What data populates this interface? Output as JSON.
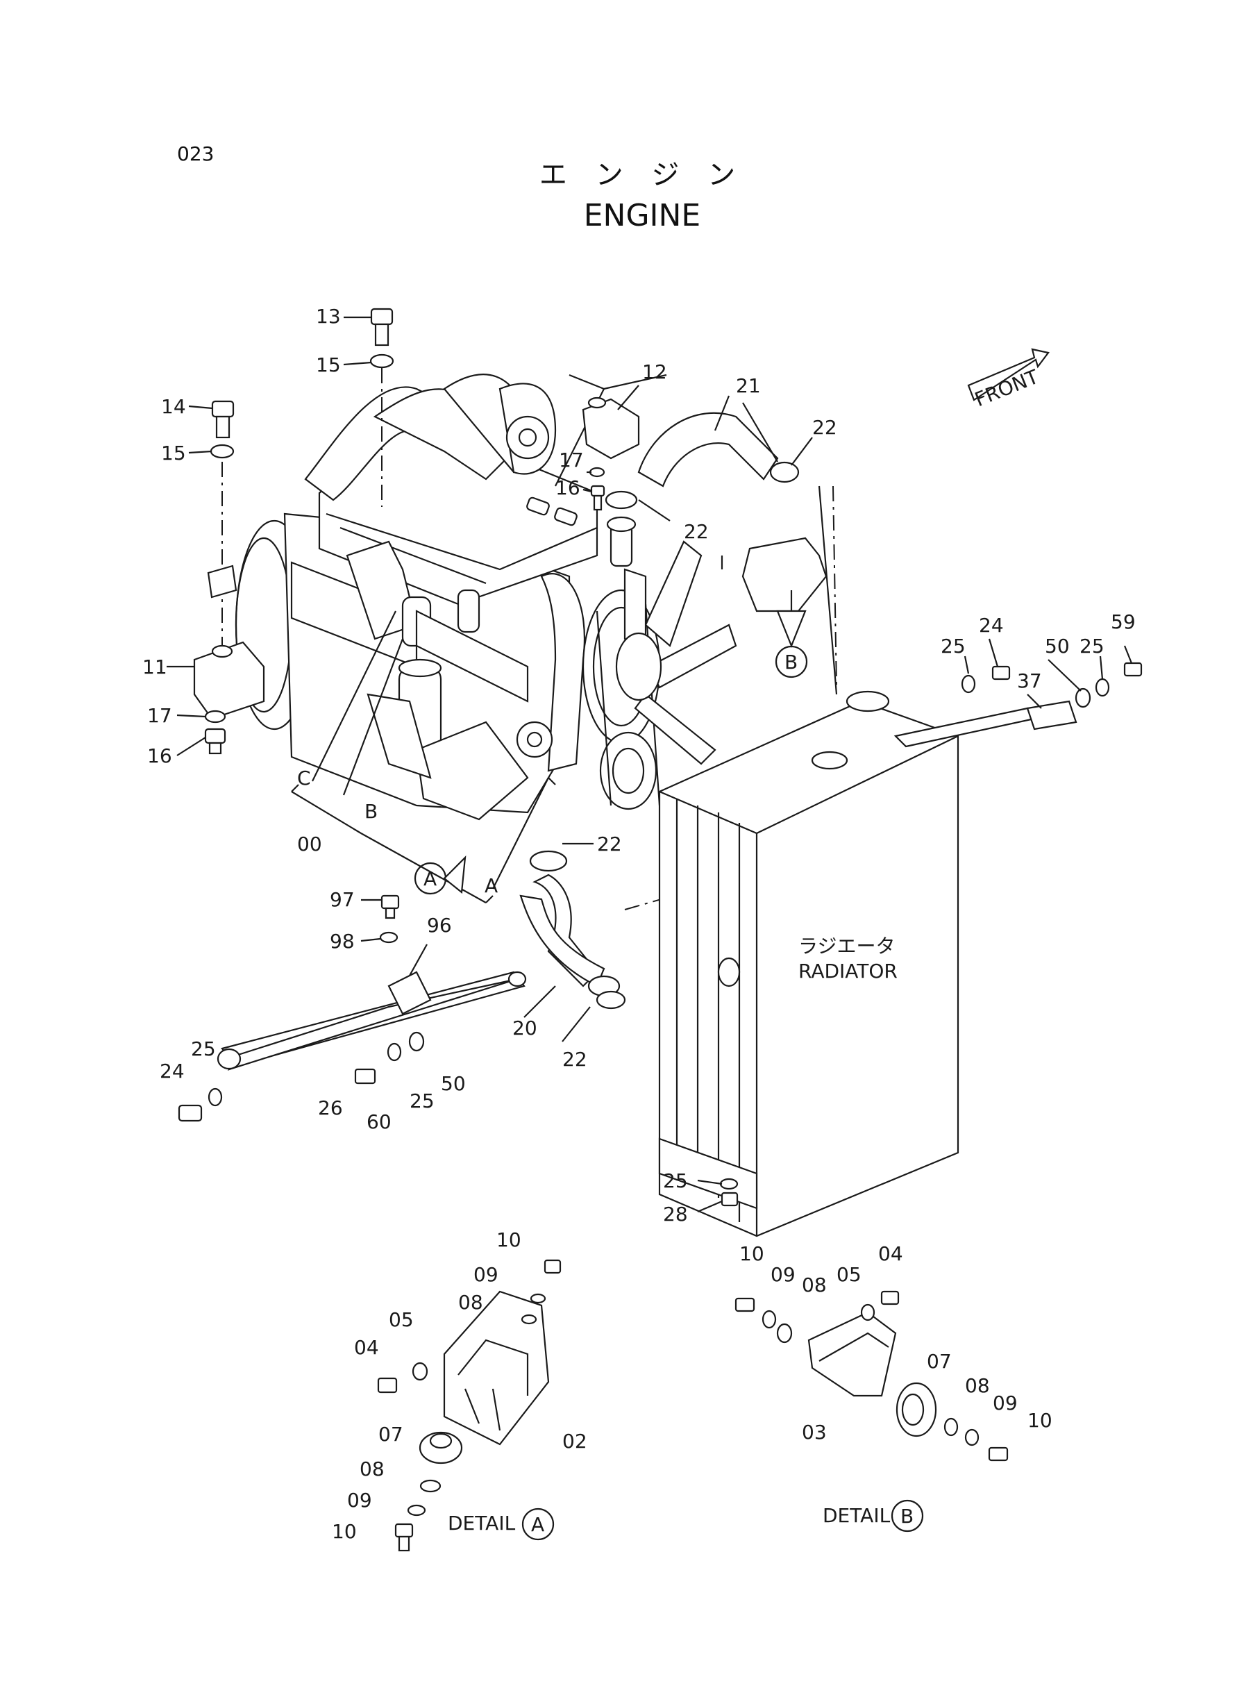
{
  "page_number": "023",
  "title_jp": "エ ン ジ ン",
  "title_en": "ENGINE",
  "front_mark": "FRONT",
  "radiator_label_jp": "ラジエータ",
  "radiator_label_en": "RADIATOR",
  "detail_a_label": "DETAIL",
  "detail_a_letter": "A",
  "detail_b_label": "DETAIL",
  "detail_b_letter": "B",
  "callouts": {
    "c13": "13",
    "c15a": "15",
    "c14": "14",
    "c15b": "15",
    "c11": "11",
    "c17a": "17",
    "c16a": "16",
    "c12": "12",
    "c17b": "17",
    "c16b": "16",
    "c22a": "22",
    "c21": "21",
    "c22b": "22",
    "c00": "00",
    "cA": "A",
    "cB": "B",
    "cC": "C",
    "c22c": "22",
    "c24a": "24",
    "c25a": "25",
    "c59": "59",
    "c50a": "50",
    "c25b": "25",
    "c37": "37",
    "c97": "97",
    "c98": "98",
    "c96": "96",
    "c20": "20",
    "c22d": "22",
    "c25c": "25",
    "c24b": "24",
    "c26": "26",
    "c60": "60",
    "c25d": "25",
    "c50b": "50",
    "c25e": "25",
    "c28": "28",
    "a10a": "10",
    "a09a": "09",
    "a08a": "08",
    "a05": "05",
    "a04": "04",
    "a02": "02",
    "a07": "07",
    "a08b": "08",
    "a09b": "09",
    "a10b": "10",
    "b10a": "10",
    "b09a": "09",
    "b08a": "08",
    "b05": "05",
    "b04": "04",
    "b03": "03",
    "b07": "07",
    "b08b": "08",
    "b09b": "09",
    "b10b": "10"
  }
}
